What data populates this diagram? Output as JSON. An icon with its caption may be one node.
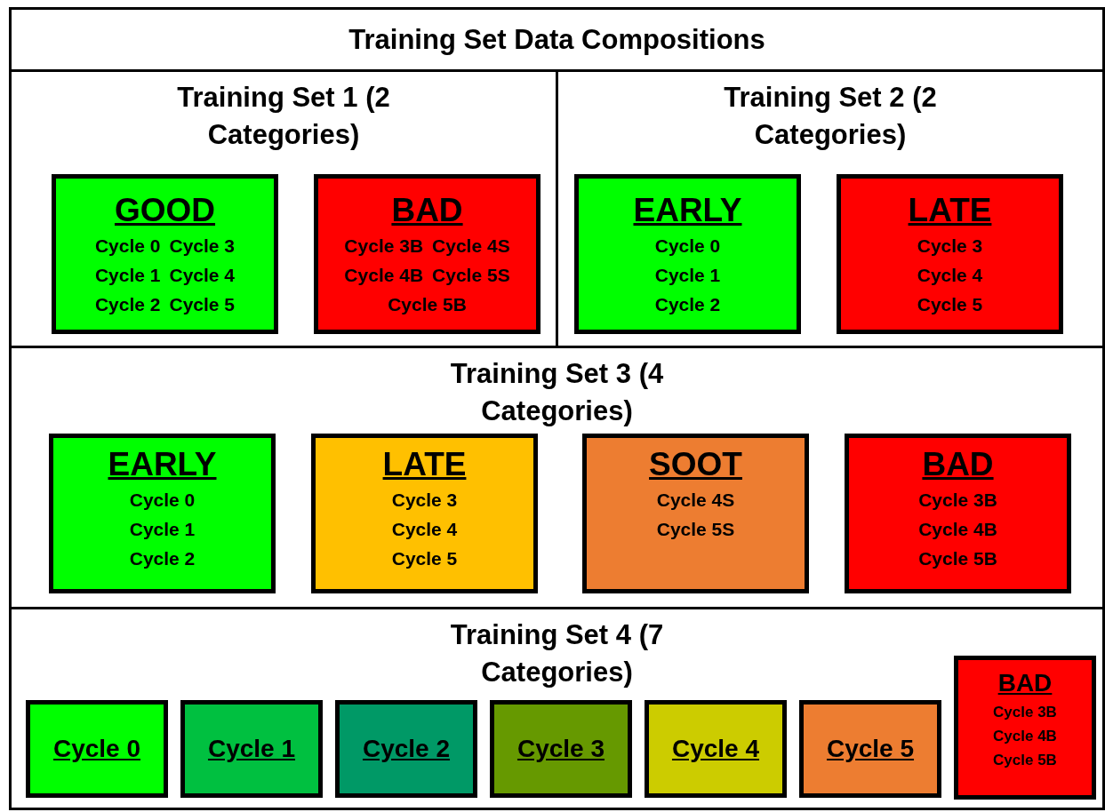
{
  "diagram": {
    "title": "Training Set Data Compositions",
    "nodes": [
      {
        "text": [
          "Training Set 1 (2 Categories)"
        ]
      },
      {
        "text": [
          "GOOD",
          "Cycle 0",
          "Cycle 3",
          "Cycle 1",
          "Cycle 4",
          "Cycle 2",
          "Cycle 5"
        ],
        "in": 0
      },
      {
        "text": [
          "BAD",
          "Cycle 3B",
          "Cycle 4S",
          "Cycle 4B",
          "Cycle 5S",
          "Cycle 5B"
        ],
        "in": 0
      },
      {
        "text": [
          "Training Set 2 (2 Categories)"
        ]
      },
      {
        "text": [
          "EARLY",
          "Cycle 0",
          "Cycle 1",
          "Cycle 2"
        ],
        "in": 3
      },
      {
        "text": [
          "LATE",
          "Cycle 3",
          "Cycle 4",
          "Cycle 5"
        ],
        "in": 3
      },
      {
        "text": [
          "Training Set 3 (4 Categories)"
        ]
      },
      {
        "text": [
          "EARLY",
          "Cycle 0",
          "Cycle 1",
          "Cycle 2"
        ],
        "in": 6
      },
      {
        "text": [
          "LATE",
          "Cycle 3",
          "Cycle 4",
          "Cycle 5"
        ],
        "in": 6
      },
      {
        "text": [
          "SOOT",
          "Cycle 4S",
          "Cycle 5S"
        ],
        "in": 6
      },
      {
        "text": [
          "BAD",
          "Cycle 3B",
          "Cycle 4B",
          "Cycle 5B"
        ],
        "in": 6
      },
      {
        "text": [
          "Training Set 4 (7 Categories)"
        ]
      },
      {
        "text": [
          "Cycle 0"
        ],
        "in": 11
      },
      {
        "text": [
          "Cycle 1"
        ],
        "in": 11
      },
      {
        "text": [
          "Cycle 2"
        ],
        "in": 11
      },
      {
        "text": [
          "Cycle 3"
        ],
        "in": 11
      },
      {
        "text": [
          "Cycle 4"
        ],
        "in": 11
      },
      {
        "text": [
          "Cycle 5"
        ],
        "in": 11
      },
      {
        "text": [
          "BAD",
          "Cycle 3B",
          "Cycle 4B",
          "Cycle 5B"
        ],
        "in": 11
      }
    ],
    "edges": []
  }
}
